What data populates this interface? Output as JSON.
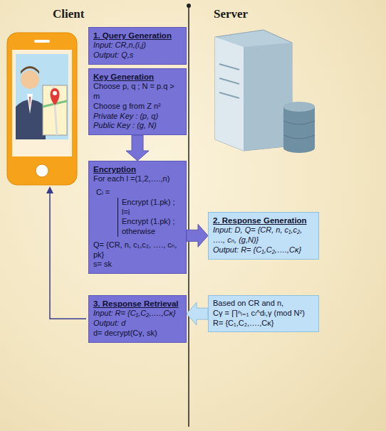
{
  "diagram": {
    "nodes": [
      {
        "text": [
          "1. Query Generation",
          "Input: CR,n,(i,j)",
          "Output: Q,s"
        ]
      },
      {
        "text": [
          "Key Generation",
          "Choose p, q ; N = p.q > m",
          "Choose g from Z n²",
          "Private Key : (p, q)",
          "Public Key : (g, N)"
        ]
      },
      {
        "text": [
          "Encryption",
          "For each l =(1,2,….,n)",
          "Cₗ =",
          "Encrypt (1.pk) ; l=i",
          "Encrypt (1.pk) ; otherwise",
          "Q= {CR, n, c₁,c₂, …., cₙ, pk}",
          "s= sk"
        ]
      },
      {
        "text": [
          "3. Response Retrieval",
          "Input: R= {C₁,C₂,….,Cκ}",
          "Output: d",
          "d= decrypt(Cγ, sk)"
        ]
      },
      {
        "text": [
          "2. Response Generation",
          "Input: D, Q= {CR, n, c₁,c₂, …., cₙ, (g,N)}",
          "Output: R= {C₁,C₂,….,Cκ}"
        ]
      },
      {
        "text": [
          "Based on CR and n,",
          "Cγ = ∏ⁿₗ₌₁ cₗ^dₗ,γ (mod N²)",
          "R= {C₁,C₂,….,Cκ}"
        ]
      }
    ],
    "edges": [
      {
        "from": 1,
        "to": 2,
        "arrow": "to"
      },
      {
        "from": 2,
        "to": 4,
        "arrow": "to"
      },
      {
        "from": 5,
        "to": 3,
        "arrow": "to"
      }
    ],
    "labels": [
      "Client",
      "Server"
    ]
  }
}
